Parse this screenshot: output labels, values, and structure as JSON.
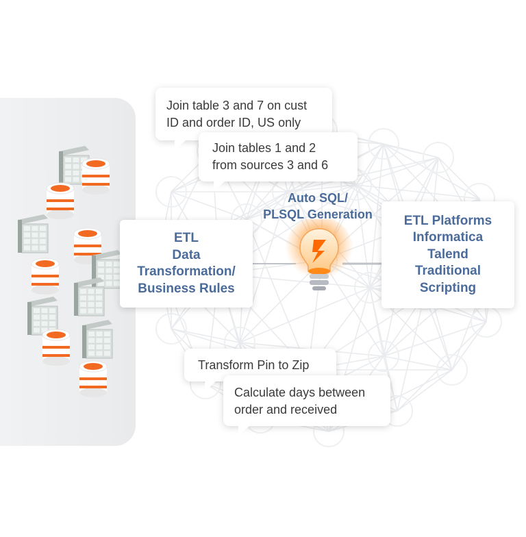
{
  "bubbles": {
    "join_cust": [
      "Join table 3 and 7 on cust",
      "ID and order ID, US only"
    ],
    "join_sources": [
      "Join tables 1 and 2",
      "from sources 3 and 6"
    ],
    "transform_pin": [
      "Transform Pin to Zip"
    ],
    "calc_days": [
      "Calculate days between",
      "order and received"
    ]
  },
  "auto_gen": [
    "Auto SQL/",
    "PLSQL Generation"
  ],
  "etl_box": [
    "ETL",
    "Data",
    "Transformation/",
    "Business Rules"
  ],
  "platforms_box": [
    "ETL Platforms",
    "Informatica",
    "Talend",
    "Traditional",
    "Scripting"
  ],
  "colors": {
    "label_blue": "#4b6b9a",
    "db_orange": "#f26a21",
    "bulb_orange": "#ff8a1a"
  }
}
